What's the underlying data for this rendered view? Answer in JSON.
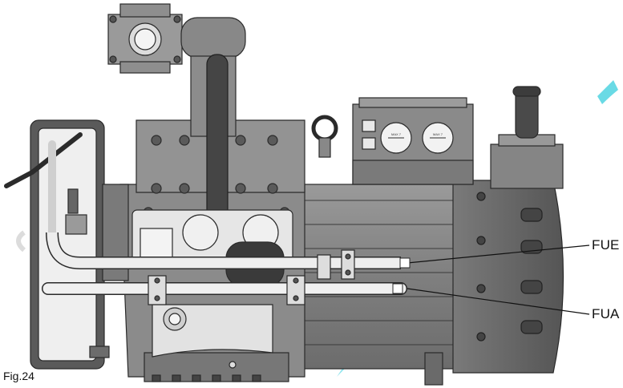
{
  "figure": {
    "caption": "Fig.24",
    "callouts": [
      {
        "id": "fue",
        "label": "FUE"
      },
      {
        "id": "fua",
        "label": "FUA"
      }
    ],
    "gauges": [
      {
        "id": "gauge-1",
        "label": "MAX 7"
      },
      {
        "id": "gauge-2",
        "label": "MAX 7"
      }
    ],
    "colors": {
      "line": "#2a2a2a",
      "body_fill": "#8e8e8e",
      "body_dark": "#5c5c5c",
      "body_light": "#b3b3b3",
      "pipe_fill": "#e8e8e8",
      "watermark": "#20c8d8"
    }
  }
}
